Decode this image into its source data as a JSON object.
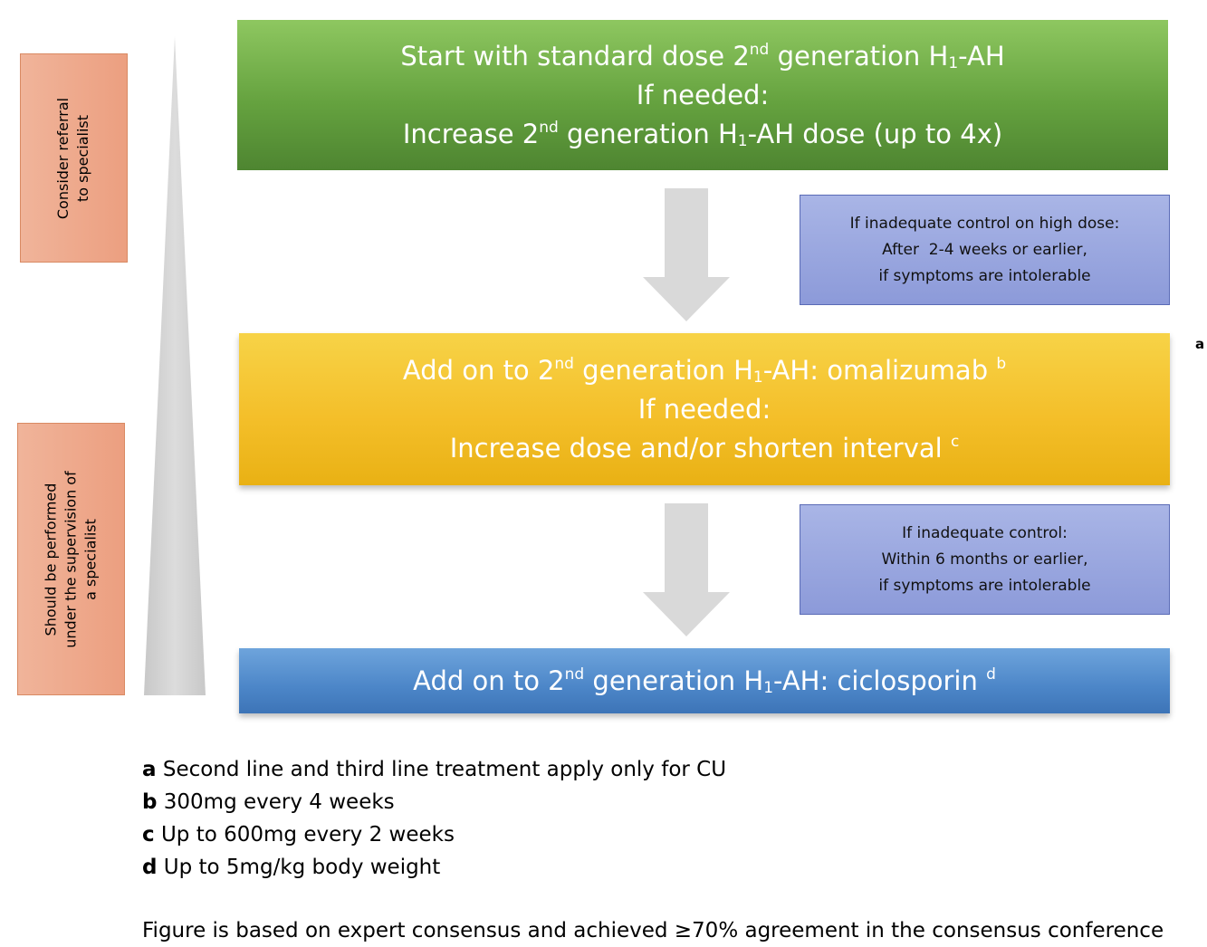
{
  "side_labels": {
    "referral": "Consider referral\nto specialist",
    "supervision": "Should be performed\nunder the supervision of\na specialist"
  },
  "steps": {
    "first": {
      "pre1": "Start with standard dose 2",
      "sup1": "nd",
      "mid1": " generation H",
      "sub1": "1",
      "post1": "-AH",
      "line2": "If needed:",
      "pre3": "Increase 2",
      "sup3": "nd",
      "mid3": " generation H",
      "sub3": "1",
      "post3": "-AH dose (up to 4x)"
    },
    "second": {
      "pre1": "Add on to 2",
      "sup1": "nd",
      "mid1": " generation H",
      "sub1": "1",
      "post1": "-AH: omalizumab ",
      "sup1b": "b",
      "line2": "If needed:",
      "pre3": "Increase dose and/or shorten interval ",
      "sup3": "c"
    },
    "third": {
      "pre1": "Add on to 2",
      "sup1": "nd",
      "mid1": " generation H",
      "sub1": "1",
      "post1": "-AH: ciclosporin ",
      "sup1b": "d"
    }
  },
  "notes": {
    "first": {
      "line1": "If inadequate control on high dose:",
      "line2": "After  2-4 weeks or earlier,",
      "line3": "if symptoms are intolerable"
    },
    "second": {
      "line1": "If inadequate control:",
      "line2": "Within 6 months or earlier,",
      "line3": "if symptoms are intolerable"
    }
  },
  "marker_a": "a",
  "footnotes": [
    {
      "key": "a",
      "text": " Second line and third line treatment apply only for CU"
    },
    {
      "key": "b",
      "text": " 300mg every 4 weeks"
    },
    {
      "key": "c",
      "text": " Up to 600mg every 2 weeks"
    },
    {
      "key": "d",
      "text": " Up to 5mg/kg body weight"
    }
  ],
  "consensus": "Figure is based on expert consensus and achieved ≥70% agreement in the consensus conference",
  "colors": {
    "step1": "#65a23f",
    "step2": "#f4bf2a",
    "step3": "#4c86c8",
    "note": "#8c9ad9",
    "side_box": "#ec9f80",
    "arrow": "#d9d9d9"
  }
}
